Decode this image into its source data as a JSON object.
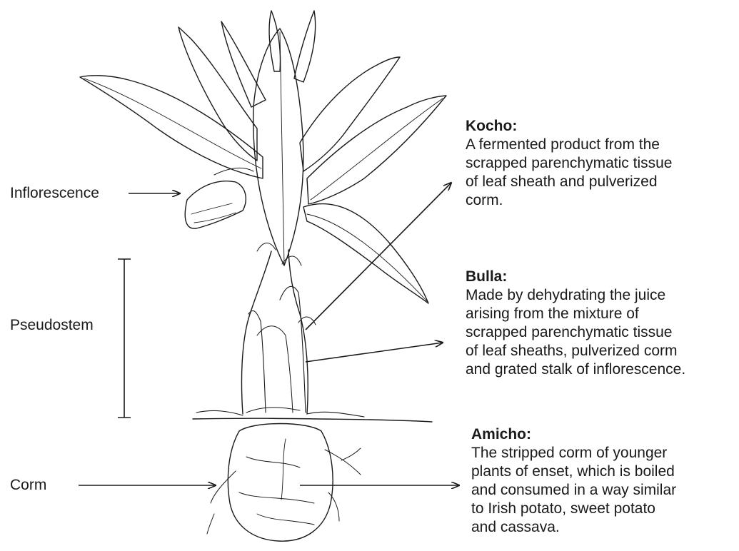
{
  "labels": {
    "inflorescence": "Inflorescence",
    "pseudostem": "Pseudostem",
    "corm": "Corm"
  },
  "notes": {
    "kocho": {
      "title": "Kocho:",
      "lines": [
        "A fermented product from the",
        "scrapped parenchymatic tissue",
        "of leaf sheath and pulverized",
        "corm."
      ]
    },
    "bulla": {
      "title": "Bulla:",
      "lines": [
        "Made by dehydrating the juice",
        "arising from the mixture of",
        "scrapped parenchymatic tissue",
        "of leaf sheaths, pulverized corm",
        "and grated stalk of inflorescence."
      ]
    },
    "amicho": {
      "title": "Amicho:",
      "lines": [
        "The stripped corm of younger",
        "plants of enset, which is boiled",
        "and consumed in a way similar",
        "to Irish potato, sweet potato",
        "and cassava."
      ]
    }
  },
  "colors": {
    "ink": "#1a1a1a",
    "background": "#ffffff"
  }
}
